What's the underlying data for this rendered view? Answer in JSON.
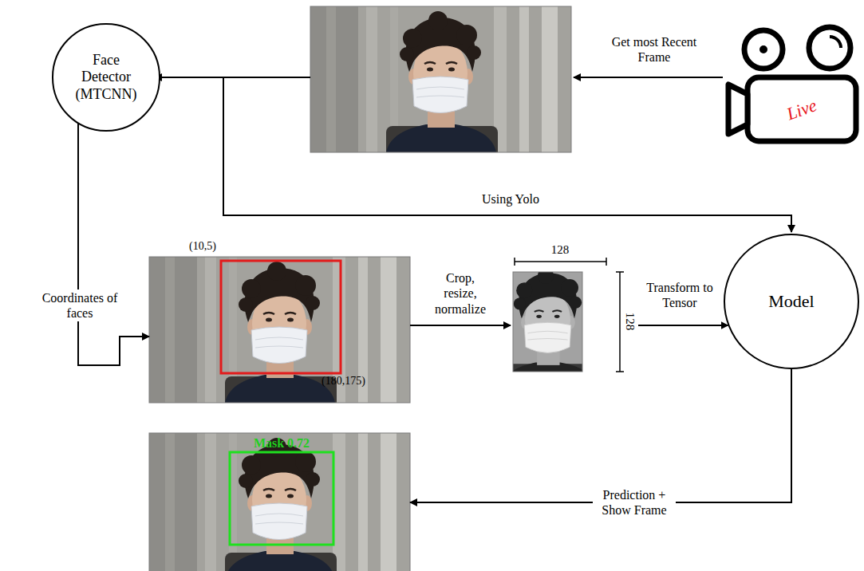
{
  "diagram": {
    "nodes": [
      {
        "text": [
          "Live"
        ]
      },
      {
        "text": [
          "Face Detector (MTCNN)"
        ]
      },
      {
        "text": [
          "(10,5)",
          "(180,175)"
        ]
      },
      {
        "text": [
          "128",
          "128"
        ]
      },
      {
        "text": [
          "Model"
        ]
      },
      {
        "text": [
          "Mask 0.72"
        ]
      }
    ],
    "edges": [
      {
        "from": 1,
        "to": 2,
        "label": "Coordinates of faces",
        "arrow": "to"
      },
      {
        "from": 2,
        "to": 3,
        "label": "Crop, resize, normalize",
        "arrow": "to"
      },
      {
        "from": 3,
        "to": 4,
        "label": "Transform to Tensor",
        "arrow": "to"
      },
      {
        "from": 4,
        "to": 5,
        "label": "Prediction + Show Frame",
        "arrow": "to"
      }
    ],
    "labels": [
      "Get most Recent Frame",
      "Using Yolo"
    ]
  }
}
